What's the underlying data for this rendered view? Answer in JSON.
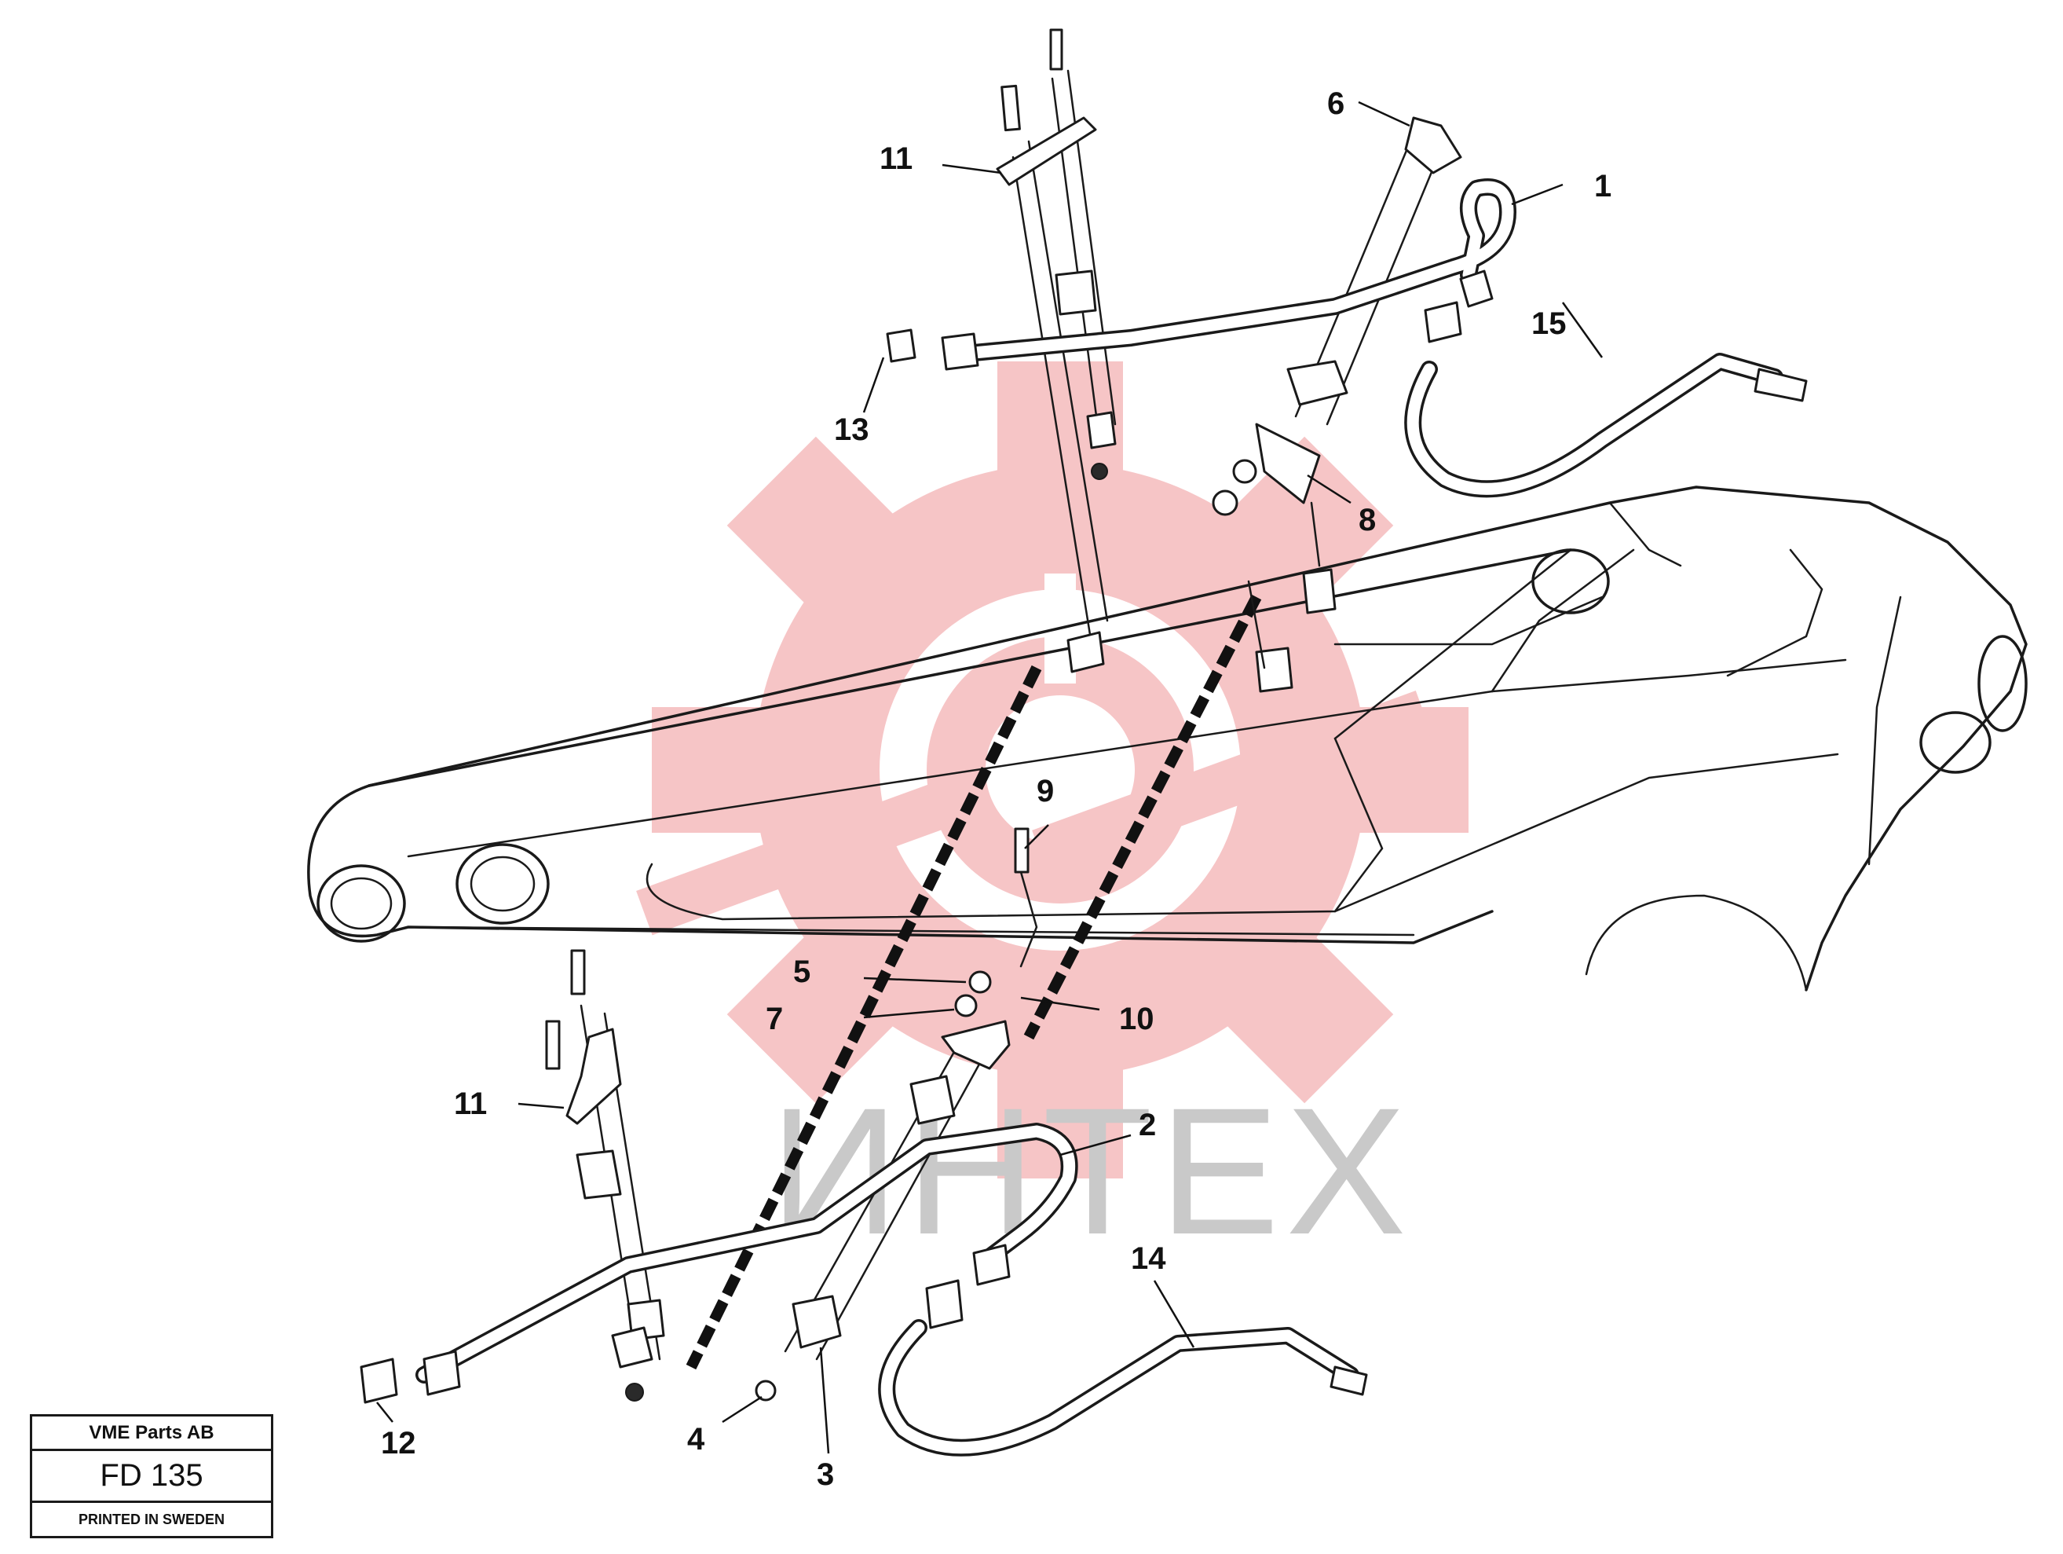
{
  "diagram": {
    "callouts": [
      {
        "id": "c1",
        "label": "1"
      },
      {
        "id": "c2",
        "label": "2"
      },
      {
        "id": "c3",
        "label": "3"
      },
      {
        "id": "c4",
        "label": "4"
      },
      {
        "id": "c5",
        "label": "5"
      },
      {
        "id": "c6",
        "label": "6"
      },
      {
        "id": "c7",
        "label": "7"
      },
      {
        "id": "c8",
        "label": "8"
      },
      {
        "id": "c9",
        "label": "9"
      },
      {
        "id": "c10",
        "label": "10"
      },
      {
        "id": "c11a",
        "label": "11"
      },
      {
        "id": "c11b",
        "label": "11"
      },
      {
        "id": "c12",
        "label": "12"
      },
      {
        "id": "c13",
        "label": "13"
      },
      {
        "id": "c14",
        "label": "14"
      },
      {
        "id": "c15",
        "label": "15"
      }
    ],
    "watermark": {
      "text": "ИНТЕХ",
      "gear_color": "#f6c2c4",
      "text_color": "#c9c9c9"
    },
    "line_color": "#1a1a1a"
  },
  "title_block": {
    "company": "VME Parts AB",
    "code": "FD 135",
    "printed": "PRINTED IN SWEDEN"
  }
}
